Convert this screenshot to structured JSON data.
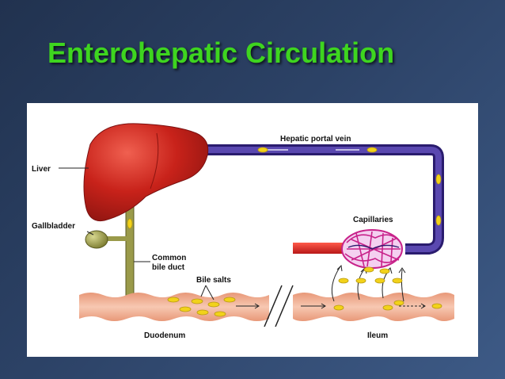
{
  "slide": {
    "title": "Enterohepatic Circulation",
    "colors": {
      "title": "#3ed51f",
      "background": "#2c4266"
    }
  },
  "diagram": {
    "labels": {
      "liver": "Liver",
      "gallbladder": "Gallbladder",
      "common_bile_duct_1": "Common",
      "common_bile_duct_2": "bile duct",
      "bile_salts": "Bile salts",
      "duodenum": "Duodenum",
      "ileum": "Ileum",
      "capillaries": "Capillaries",
      "hepatic_portal_vein": "Hepatic portal vein"
    },
    "colors": {
      "liver": "#c8221a",
      "vein": "#3a2a8a",
      "artery": "#d42424",
      "bile_duct": "#7c7c30",
      "intestine": "#f2b49c",
      "bile_salt": "#f2d21a"
    }
  }
}
